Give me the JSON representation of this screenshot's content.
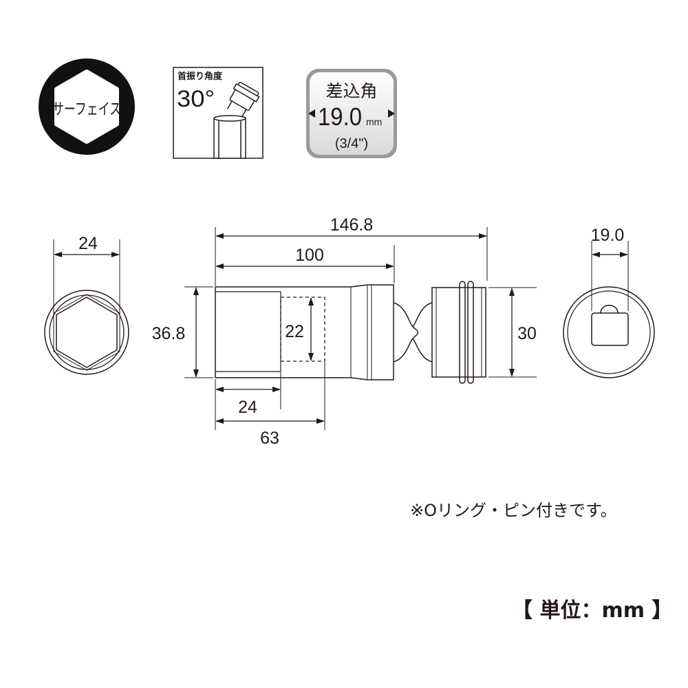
{
  "badges": {
    "surface": {
      "label": "サーフェイス"
    },
    "swivel": {
      "label": "首振り角度",
      "angle": "30°"
    },
    "drive": {
      "label": "差込角",
      "size": "19.0",
      "unit": "mm",
      "inch": "(3/4\")"
    }
  },
  "dimensions": {
    "front_hex_width": "24",
    "total_length": "146.8",
    "socket_length": "100",
    "socket_diameter": "36.8",
    "bore_diameter": "22",
    "hex_depth": "24",
    "bore_depth": "63",
    "drive_diameter": "30",
    "drive_square": "19.0"
  },
  "note": "※Oリング・ピン付きです。",
  "unit_label": "【 単位：mm 】"
}
